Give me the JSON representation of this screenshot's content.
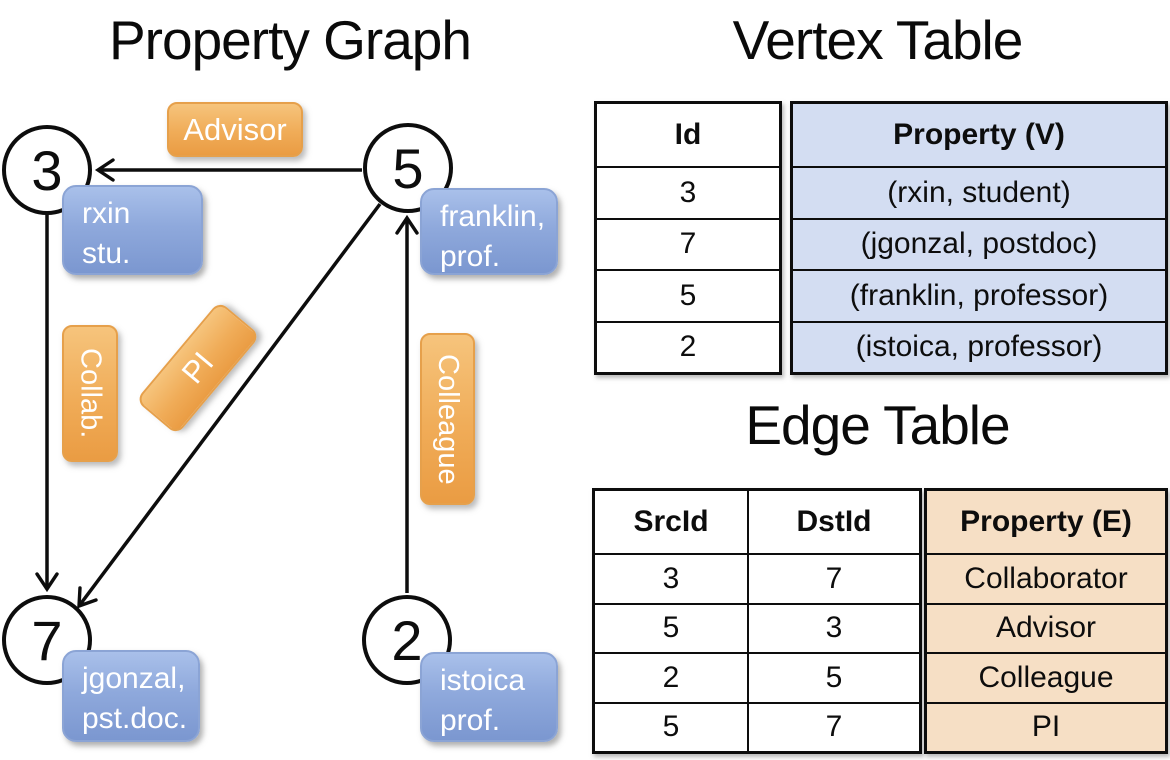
{
  "slide": {
    "graph_title": "Property Graph",
    "vertex_table_title": "Vertex Table",
    "edge_table_title": "Edge Table"
  },
  "graph": {
    "vertices": {
      "v3": {
        "id": "3",
        "line1": "rxin",
        "line2": "stu."
      },
      "v5": {
        "id": "5",
        "line1": "franklin,",
        "line2": "prof."
      },
      "v7": {
        "id": "7",
        "line1": "jgonzal,",
        "line2": "pst.doc."
      },
      "v2": {
        "id": "2",
        "line1": "istoica",
        "line2": "prof."
      }
    },
    "edges": [
      {
        "src": "5",
        "dst": "3",
        "label": "Advisor"
      },
      {
        "src": "3",
        "dst": "7",
        "label": "Collab."
      },
      {
        "src": "5",
        "dst": "7",
        "label": "PI"
      },
      {
        "src": "2",
        "dst": "5",
        "label": "Colleague"
      }
    ]
  },
  "vertex_table": {
    "col_id": "Id",
    "col_property": "Property (V)",
    "rows": [
      {
        "id": "3",
        "property": "(rxin, student)"
      },
      {
        "id": "7",
        "property": "(jgonzal, postdoc)"
      },
      {
        "id": "5",
        "property": "(franklin, professor)"
      },
      {
        "id": "2",
        "property": "(istoica, professor)"
      }
    ]
  },
  "edge_table": {
    "col_src": "SrcId",
    "col_dst": "DstId",
    "col_property": "Property (E)",
    "rows": [
      {
        "src": "3",
        "dst": "7",
        "property": "Collaborator"
      },
      {
        "src": "5",
        "dst": "3",
        "property": "Advisor"
      },
      {
        "src": "2",
        "dst": "5",
        "property": "Colleague"
      },
      {
        "src": "5",
        "dst": "7",
        "property": "PI"
      }
    ]
  },
  "colors": {
    "edge_label_fill": "#f0ac58",
    "vertex_label_fill": "#8fa9dc",
    "vertex_table_property_fill": "#d3ddf2",
    "edge_table_property_fill": "#f6dfc5",
    "line_color": "#0d0d0d"
  }
}
